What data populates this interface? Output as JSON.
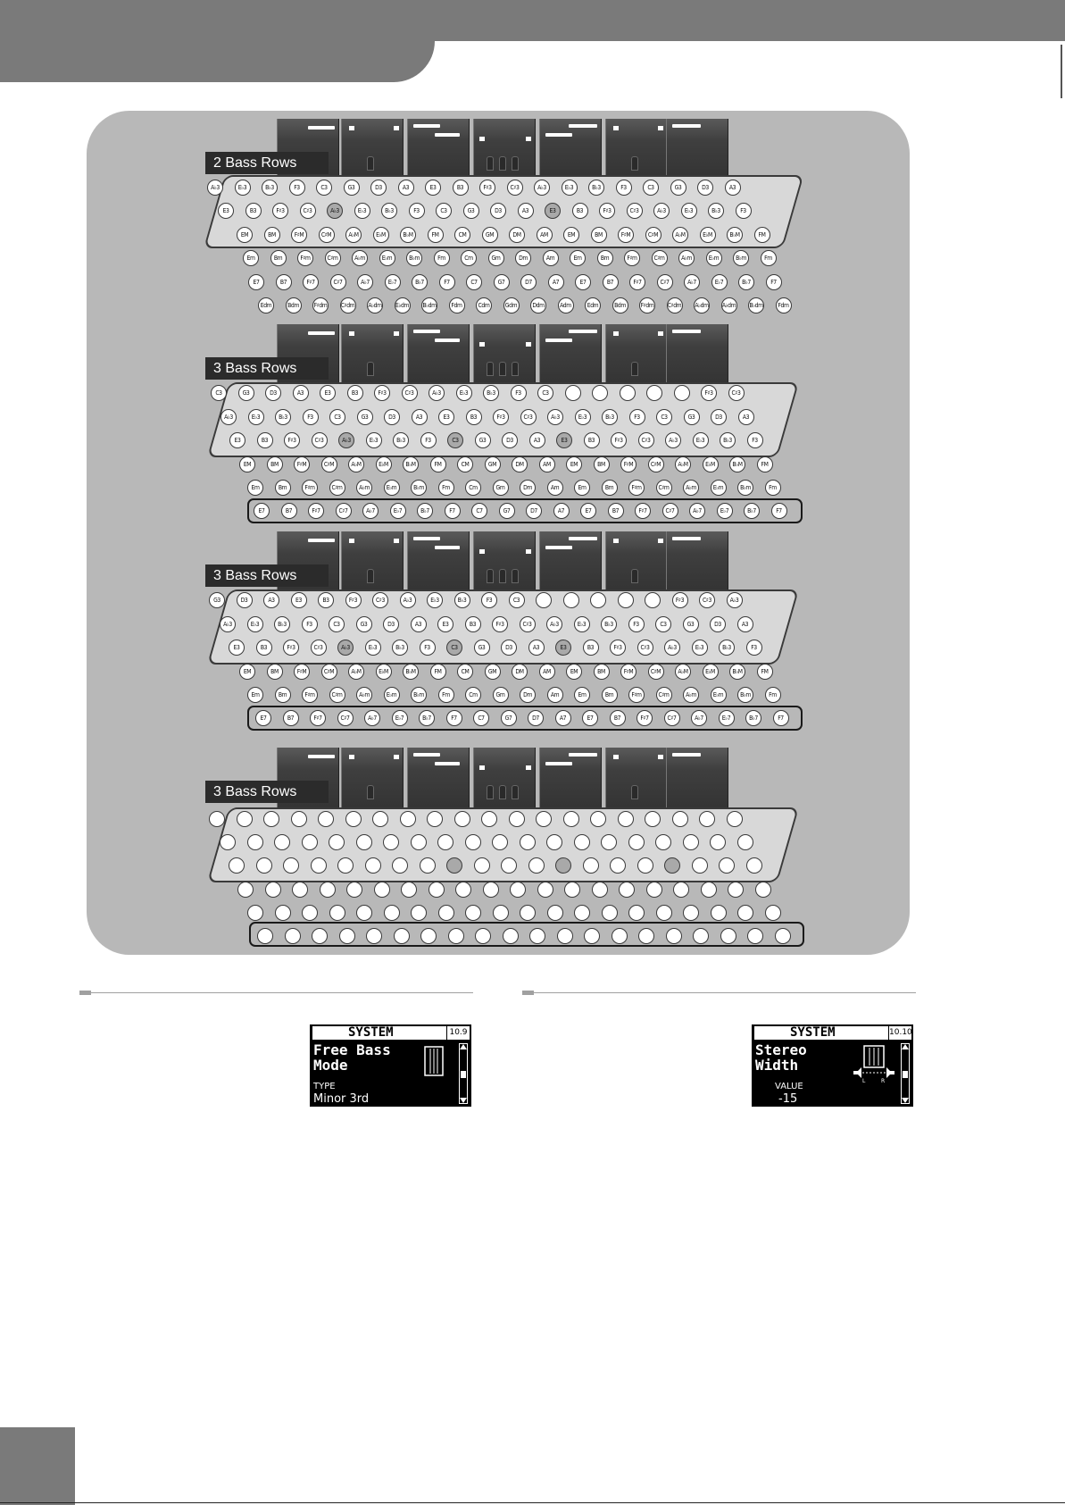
{
  "row_labels": [
    "2 Bass Rows",
    "3 Bass Rows",
    "3 Bass Rows",
    "3 Bass Rows"
  ],
  "note_rows": {
    "bass_2row_a": [
      "A♭3",
      "E♭3",
      "B♭3",
      "F3",
      "C3",
      "G3",
      "D3",
      "A3",
      "E3",
      "B3",
      "F♯3",
      "C♯3",
      "A♭3",
      "E♭3",
      "B♭3",
      "F3",
      "C3",
      "G3",
      "D3",
      "A3"
    ],
    "bass_2row_b": [
      "E3",
      "B3",
      "F♯3",
      "C♯3",
      "A♭3",
      "E♭3",
      "B♭3",
      "F3",
      "C3",
      "G3",
      "D3",
      "A3",
      "E3",
      "B3",
      "F♯3",
      "C♯3",
      "A♭3",
      "E♭3",
      "B♭3",
      "F3"
    ],
    "bass_3row_a": [
      "C3",
      "G3",
      "D3",
      "A3",
      "E3",
      "B3",
      "F♯3",
      "C♯3",
      "A♭3",
      "E♭3",
      "B♭3",
      "F3",
      "C3",
      "",
      "",
      "",
      "",
      "",
      "F♯3",
      "C♯3"
    ],
    "bass_3row_a2": [
      "G3",
      "D3",
      "A3",
      "E3",
      "B3",
      "F♯3",
      "C♯3",
      "A♭3",
      "E♭3",
      "B♭3",
      "F3",
      "C3",
      "",
      "",
      "",
      "",
      "",
      "F♯3",
      "C♯3",
      "A♭3"
    ],
    "bass_3row_b": [
      "A♭3",
      "E♭3",
      "B♭3",
      "F3",
      "C3",
      "G3",
      "D3",
      "A3",
      "E3",
      "B3",
      "F♯3",
      "C♯3",
      "A♭3",
      "E♭3",
      "B♭3",
      "F3",
      "C3",
      "G3",
      "D3",
      "A3"
    ],
    "bass_3row_c": [
      "E3",
      "B3",
      "F♯3",
      "C♯3",
      "A♭3",
      "E♭3",
      "B♭3",
      "F3",
      "C3",
      "G3",
      "D3",
      "A3",
      "E3",
      "B3",
      "F♯3",
      "C♯3",
      "A♭3",
      "E♭3",
      "B♭3",
      "F3"
    ],
    "major": [
      "EM",
      "BM",
      "F♯M",
      "C♯M",
      "A♭M",
      "E♭M",
      "B♭M",
      "FM",
      "CM",
      "GM",
      "DM",
      "AM",
      "EM",
      "BM",
      "F♯M",
      "C♯M",
      "A♭M",
      "E♭M",
      "B♭M",
      "FM"
    ],
    "minor": [
      "Em",
      "Bm",
      "F♯m",
      "C♯m",
      "A♭m",
      "E♭m",
      "B♭m",
      "Fm",
      "Cm",
      "Gm",
      "Dm",
      "Am",
      "Em",
      "Bm",
      "F♯m",
      "C♯m",
      "A♭m",
      "E♭m",
      "B♭m",
      "Fm"
    ],
    "seventh": [
      "E7",
      "B7",
      "F♯7",
      "C♯7",
      "A♭7",
      "E♭7",
      "B♭7",
      "F7",
      "C7",
      "G7",
      "D7",
      "A7",
      "E7",
      "B7",
      "F♯7",
      "C♯7",
      "A♭7",
      "E♭7",
      "B♭7",
      "F7"
    ],
    "dim": [
      "Edm",
      "Bdm",
      "F♯dm",
      "C♯dm",
      "A♭dm",
      "E♭dm",
      "B♭dm",
      "Fdm",
      "Cdm",
      "Gdm",
      "Ddm",
      "Adm",
      "Edm",
      "Bdm",
      "F♯dm",
      "C♯dm",
      "A♭dm",
      "A♭dm",
      "B♭dm",
      "Fdm"
    ]
  },
  "lcd_left": {
    "header": "SYSTEM",
    "page": "10.9",
    "title_line1": "Free Bass",
    "title_line2": "Mode",
    "param": "TYPE",
    "value": "Minor 3rd"
  },
  "lcd_right": {
    "header": "SYSTEM",
    "page": "10.10",
    "title_line1": "Stereo",
    "title_line2": "Width",
    "param": "VALUE",
    "value": "-15"
  },
  "icons": [
    "register-switch-icon",
    "accordion-icon",
    "stereo-width-icon"
  ]
}
